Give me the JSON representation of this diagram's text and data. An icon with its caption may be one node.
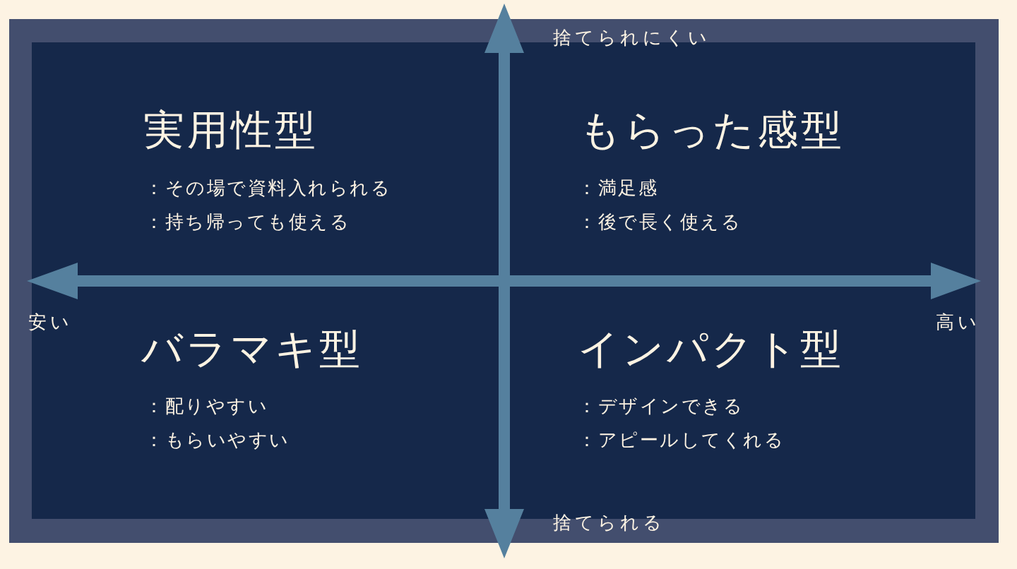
{
  "diagram": {
    "labels": [
      "捨てられにくい",
      "実用性型",
      "：その場で資料入れられる",
      "：持ち帰っても使える",
      "もらった感型",
      "：満足感",
      "：後で長く使える",
      "安い",
      "高い",
      "バラマキ型",
      "：配りやすい",
      "：もらいやすい",
      "インパクト型",
      "：デザインできる",
      "：アピールしてくれる",
      "捨てられる"
    ]
  }
}
